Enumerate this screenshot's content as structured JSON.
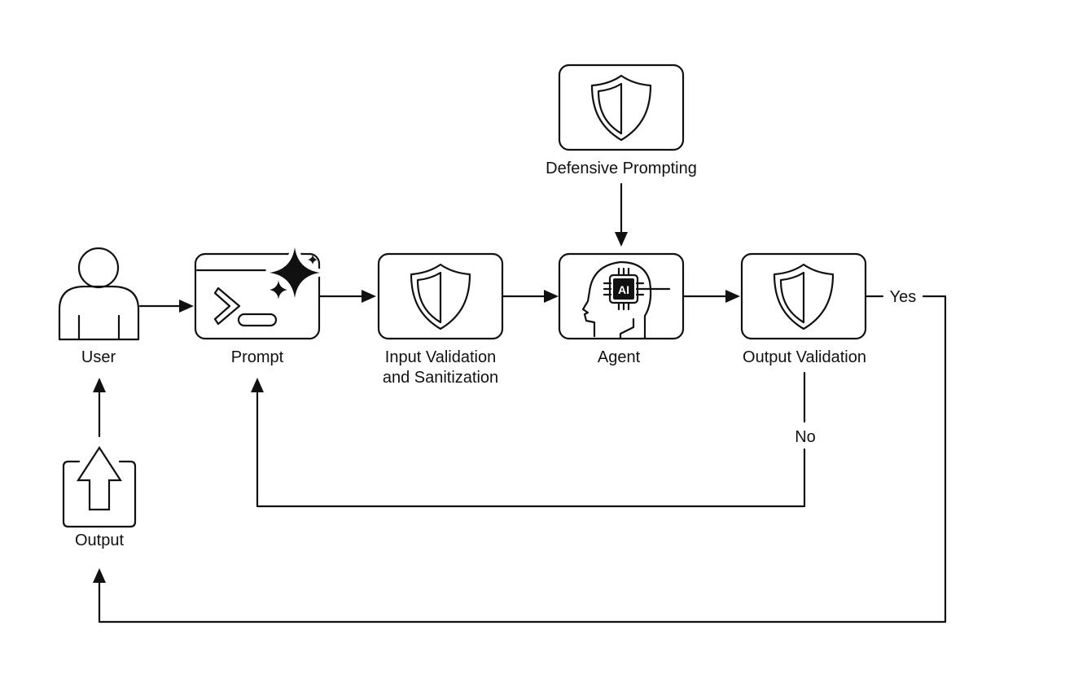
{
  "nodes": {
    "user": {
      "label": "User"
    },
    "prompt": {
      "label": "Prompt"
    },
    "input_validation": {
      "label_line1": "Input Validation",
      "label_line2": "and Sanitization"
    },
    "agent": {
      "label": "Agent",
      "chip_text": "AI"
    },
    "output_validation": {
      "label": "Output Validation"
    },
    "defensive_prompting": {
      "label": "Defensive Prompting"
    },
    "output": {
      "label": "Output"
    }
  },
  "edges": {
    "yes_label": "Yes",
    "no_label": "No"
  },
  "icons": {
    "user": "user-icon",
    "prompt": "terminal-sparkle-icon",
    "shield": "shield-icon",
    "agent": "ai-head-icon",
    "output": "upload-icon"
  },
  "colors": {
    "stroke": "#111111",
    "background": "#ffffff"
  }
}
